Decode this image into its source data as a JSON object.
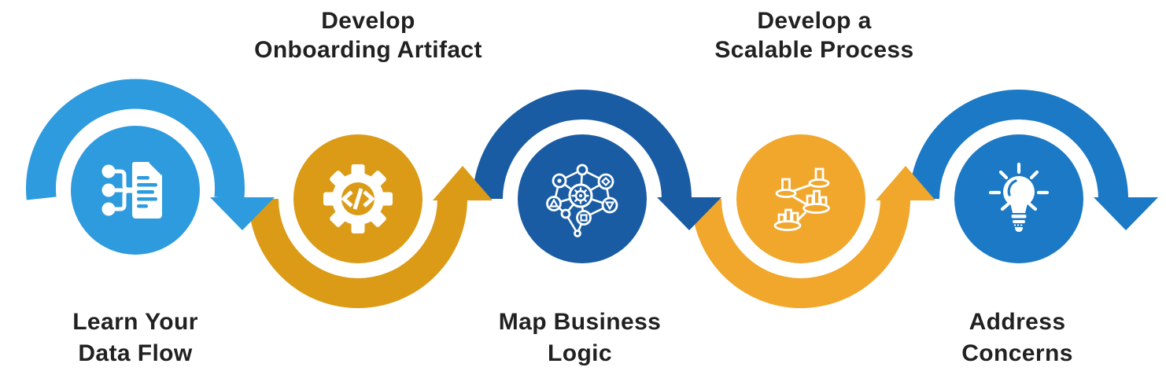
{
  "canvas": {
    "background": "#FFFFFF",
    "text_color": "#212121",
    "icon_color": "#FFFFFF"
  },
  "steps": [
    {
      "label_line1": "Learn Your",
      "label_line2": "Data Flow",
      "label_position": "below",
      "icon": "data-flow-document-icon",
      "color": "#2D9BDE",
      "arrow": "down"
    },
    {
      "label_line1": "Develop",
      "label_line2": "Onboarding Artifact",
      "label_position": "above",
      "icon": "gear-code-icon",
      "color": "#DB9B17",
      "arrow": "up"
    },
    {
      "label_line1": "Map Business",
      "label_line2": "Logic",
      "label_position": "below",
      "icon": "network-nodes-icon",
      "color": "#1A5CA4",
      "arrow": "down"
    },
    {
      "label_line1": "Develop a",
      "label_line2": "Scalable Process",
      "label_position": "above",
      "icon": "bar-chart-network-icon",
      "color": "#F0A72C",
      "arrow": "up"
    },
    {
      "label_line1": "Address",
      "label_line2": "Concerns",
      "label_position": "below",
      "icon": "lightbulb-icon",
      "color": "#1B79C5",
      "arrow": "down"
    }
  ]
}
